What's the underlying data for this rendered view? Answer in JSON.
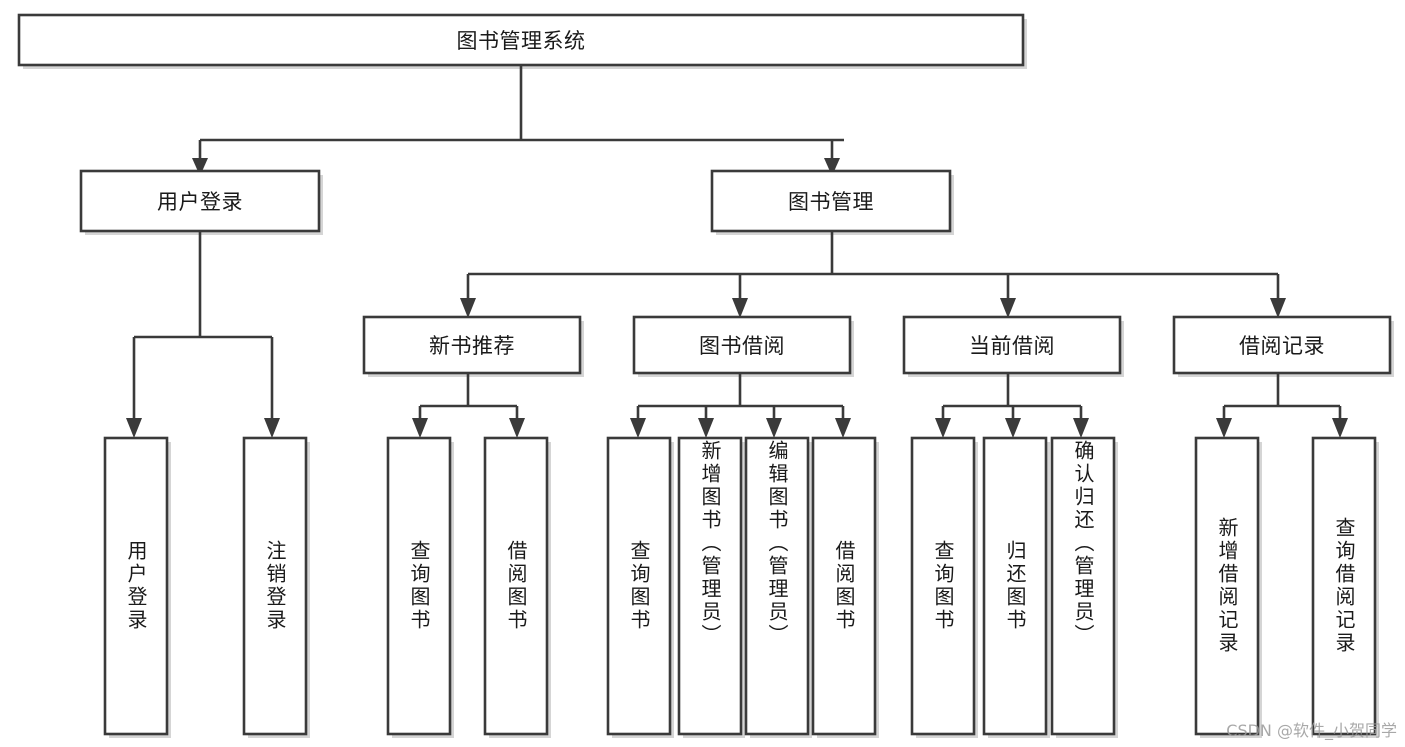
{
  "diagram": {
    "type": "tree-hierarchy-functional-structure",
    "title": "图书管理系统",
    "orientation": "top-down",
    "colors": {
      "box_stroke": "#3a3a3a",
      "box_fill": "#ffffff",
      "connector": "#3a3a3a",
      "text": "#1a1a1a",
      "watermark": "#9a9a9a",
      "background": "#ffffff"
    },
    "root": {
      "id": "root",
      "label": "图书管理系统",
      "text_orientation": "horizontal"
    },
    "level2": [
      {
        "id": "user-login",
        "label": "用户登录",
        "text_orientation": "horizontal"
      },
      {
        "id": "book-manage",
        "label": "图书管理",
        "text_orientation": "horizontal"
      }
    ],
    "level3": [
      {
        "id": "new-book-recommend",
        "label": "新书推荐",
        "parent": "book-manage",
        "text_orientation": "horizontal"
      },
      {
        "id": "book-borrow",
        "label": "图书借阅",
        "parent": "book-manage",
        "text_orientation": "horizontal"
      },
      {
        "id": "current-borrow",
        "label": "当前借阅",
        "parent": "book-manage",
        "text_orientation": "horizontal"
      },
      {
        "id": "borrow-record",
        "label": "借阅记录",
        "parent": "book-manage",
        "text_orientation": "horizontal"
      }
    ],
    "leaves": [
      {
        "id": "leaf-user-login",
        "label": "用户登录",
        "parent": "user-login",
        "text_orientation": "vertical"
      },
      {
        "id": "leaf-logout-login",
        "label": "注销登录",
        "parent": "user-login",
        "text_orientation": "vertical"
      },
      {
        "id": "leaf-query-book-1",
        "label": "查询图书",
        "parent": "new-book-recommend",
        "text_orientation": "vertical"
      },
      {
        "id": "leaf-borrow-book-1",
        "label": "借阅图书",
        "parent": "new-book-recommend",
        "text_orientation": "vertical"
      },
      {
        "id": "leaf-query-book-2",
        "label": "查询图书",
        "parent": "book-borrow",
        "text_orientation": "vertical"
      },
      {
        "id": "leaf-add-book-admin",
        "label": "新增图书（管理员）",
        "parent": "book-borrow",
        "text_orientation": "vertical"
      },
      {
        "id": "leaf-edit-book-admin",
        "label": "编辑图书（管理员）",
        "parent": "book-borrow",
        "text_orientation": "vertical"
      },
      {
        "id": "leaf-borrow-book-2",
        "label": "借阅图书",
        "parent": "book-borrow",
        "text_orientation": "vertical"
      },
      {
        "id": "leaf-query-book-3",
        "label": "查询图书",
        "parent": "current-borrow",
        "text_orientation": "vertical"
      },
      {
        "id": "leaf-return-book",
        "label": "归还图书",
        "parent": "current-borrow",
        "text_orientation": "vertical"
      },
      {
        "id": "leaf-confirm-return-admin",
        "label": "确认归还（管理员）",
        "parent": "current-borrow",
        "text_orientation": "vertical"
      },
      {
        "id": "leaf-add-borrow-record",
        "label": "新增借阅记录",
        "parent": "borrow-record",
        "text_orientation": "vertical"
      },
      {
        "id": "leaf-query-borrow-record",
        "label": "查询借阅记录",
        "parent": "borrow-record",
        "text_orientation": "vertical"
      }
    ]
  },
  "watermark": {
    "text": "CSDN @软件_小贺同学"
  }
}
